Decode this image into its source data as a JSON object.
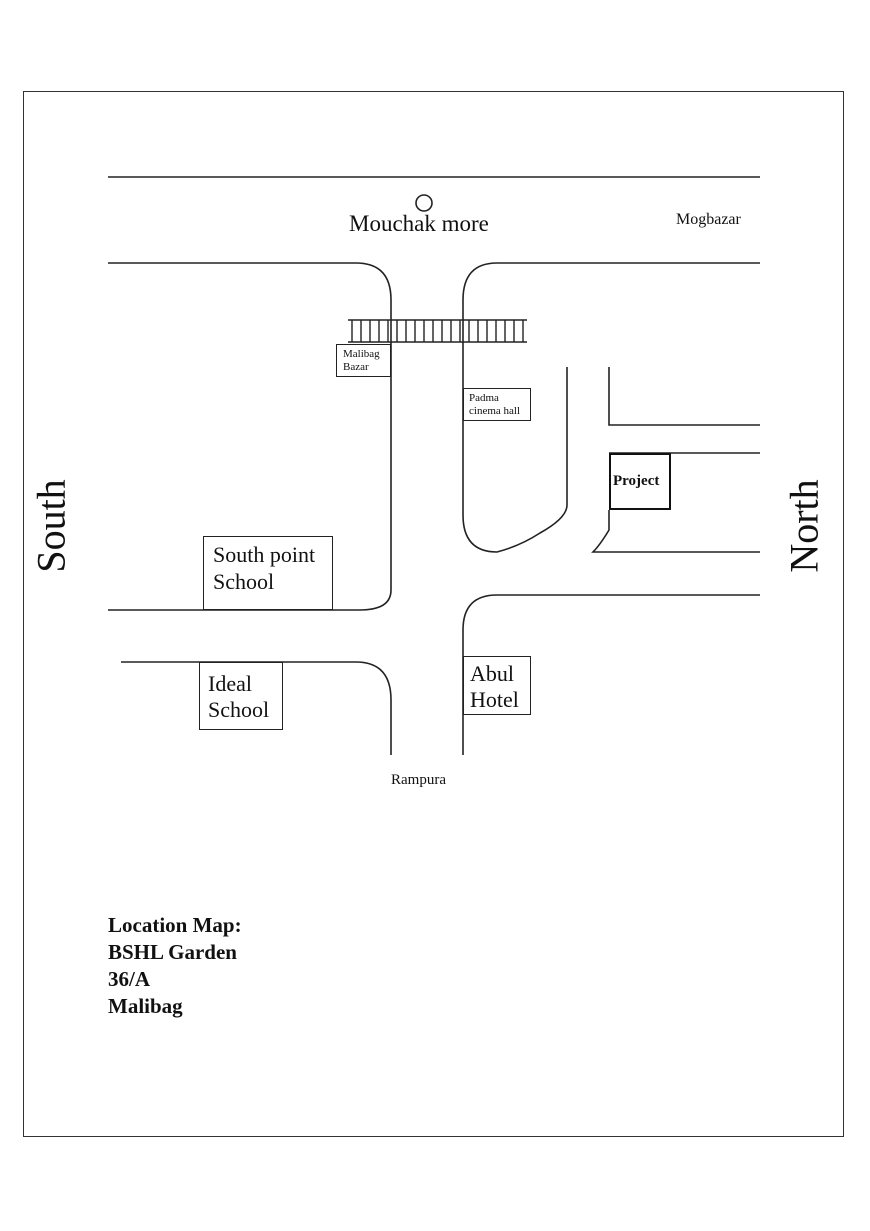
{
  "map": {
    "places": {
      "mouchak_more": "Mouchak more",
      "mogbazar": "Mogbazar",
      "malibag_bazar_line1": "Malibag",
      "malibag_bazar_line2": "Bazar",
      "padma_line1": "Padma",
      "padma_line2": "cinema hall",
      "project": "Project",
      "south_point_line1": "South point",
      "south_point_line2": "School",
      "ideal_line1": "Ideal",
      "ideal_line2": "School",
      "abul_line1": "Abul",
      "abul_line2": "Hotel",
      "rampura": "Rampura"
    },
    "directions": {
      "south": "South",
      "north": "North"
    }
  },
  "caption": {
    "line1": "Location Map:",
    "line2": "BSHL Garden",
    "line3": "36/A",
    "line4": "Malibag"
  }
}
